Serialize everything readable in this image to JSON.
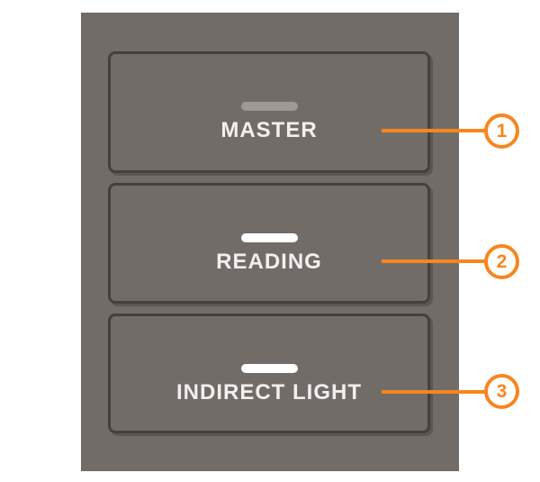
{
  "colors": {
    "background": "#FFFFFF",
    "panel": "#726C69",
    "button_border": "#45403E",
    "label_text": "#F2F0EE",
    "indicator_dim": "#9D9997",
    "indicator_on": "#FFFFFF",
    "accent_orange": "#F6861E"
  },
  "panel": {
    "buttons": [
      {
        "label": "MASTER",
        "indicator_state": "dimmed",
        "indicator_color": "#9D9997"
      },
      {
        "label": "READING",
        "indicator_state": "on",
        "indicator_color": "#FFFFFF"
      },
      {
        "label": "INDIRECT LIGHT",
        "indicator_state": "on",
        "indicator_color": "#FFFFFF"
      }
    ]
  },
  "callouts": [
    {
      "number": "1",
      "target": "MASTER"
    },
    {
      "number": "2",
      "target": "READING"
    },
    {
      "number": "3",
      "target": "INDIRECT LIGHT"
    }
  ]
}
